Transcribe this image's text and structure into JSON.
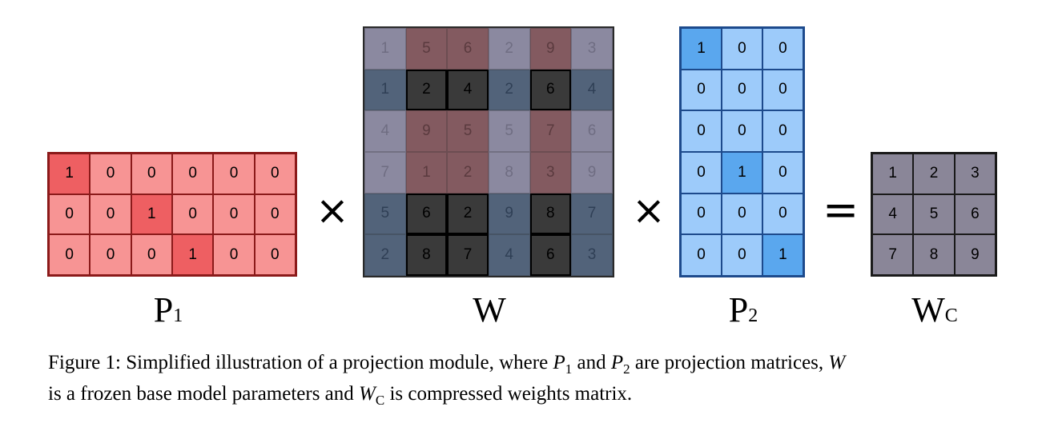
{
  "diagram": {
    "p1": {
      "label": "P",
      "sub": "1",
      "rows": [
        [
          "1",
          "0",
          "0",
          "0",
          "0",
          "0"
        ],
        [
          "0",
          "0",
          "1",
          "0",
          "0",
          "0"
        ],
        [
          "0",
          "0",
          "0",
          "1",
          "0",
          "0"
        ]
      ],
      "colors": {
        "base": "#f79494",
        "highlight": "#ee5f62",
        "border": "#8b1a1a"
      }
    },
    "w": {
      "label": "W",
      "rows": [
        [
          "1",
          "5",
          "6",
          "2",
          "9",
          "3"
        ],
        [
          "1",
          "2",
          "4",
          "2",
          "6",
          "4"
        ],
        [
          "4",
          "9",
          "5",
          "5",
          "7",
          "6"
        ],
        [
          "7",
          "1",
          "2",
          "8",
          "3",
          "9"
        ],
        [
          "5",
          "6",
          "2",
          "9",
          "8",
          "7"
        ],
        [
          "2",
          "8",
          "7",
          "4",
          "6",
          "3"
        ]
      ],
      "colors": {
        "dim": "#8b89a0",
        "row": "#52637a",
        "col": "#835a60",
        "both": "#3a3a3a",
        "border": "#2a2a2a"
      }
    },
    "p2": {
      "label": "P",
      "sub": "2",
      "rows": [
        [
          "1",
          "0",
          "0"
        ],
        [
          "0",
          "0",
          "0"
        ],
        [
          "0",
          "0",
          "0"
        ],
        [
          "0",
          "1",
          "0"
        ],
        [
          "0",
          "0",
          "0"
        ],
        [
          "0",
          "0",
          "1"
        ]
      ],
      "colors": {
        "base": "#9dcbfa",
        "highlight": "#5aa7ee",
        "border": "#1d4a8c"
      }
    },
    "wc": {
      "label": "W",
      "sub": "C",
      "rows": [
        [
          "1",
          "2",
          "3"
        ],
        [
          "4",
          "5",
          "6"
        ],
        [
          "7",
          "8",
          "9"
        ]
      ],
      "colors": {
        "base": "#8a8698",
        "border": "#1a1a1a"
      }
    },
    "operators": [
      "×",
      "×",
      "="
    ]
  },
  "caption": {
    "prefix": "Figure 1: Simplified illustration of a projection module, where ",
    "p1": "P",
    "p1_sub": "1",
    "and": " and ",
    "p2": "P",
    "p2_sub": "2",
    "mid": " are projection matrices, ",
    "w": "W",
    "line2": "is a frozen base model parameters and ",
    "wc": "W",
    "wc_sub": "C",
    "suffix": " is compressed weights matrix."
  }
}
